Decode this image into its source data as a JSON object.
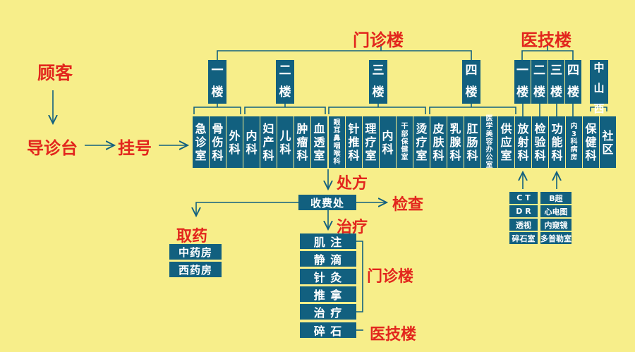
{
  "customer": "顾客",
  "triage": "导诊台",
  "registration": "挂号",
  "outpatient_building": "门诊楼",
  "medtech_building": "医技楼",
  "zhongshan_west": "中山西",
  "outpatient_floors": [
    "一楼",
    "二楼",
    "三楼",
    "四楼"
  ],
  "medtech_floors": [
    "一楼",
    "二楼",
    "三楼",
    "四楼"
  ],
  "departments": [
    "急诊室",
    "骨伤科",
    "外科",
    "内科",
    "妇产科",
    "儿科",
    "肿瘤科",
    "血透室",
    "眼耳鼻咽喉科",
    "针推科",
    "理疗室",
    "内科",
    "干部保健室",
    "烫疗室",
    "皮肤科",
    "乳腺科",
    "肛肠科",
    "医学美容办公室",
    "供应室",
    "放射科",
    "检验科",
    "功能科",
    "内3科病房",
    "保健科",
    "社区"
  ],
  "prescription": "处方",
  "cashier": "收费处",
  "examination": "检查",
  "take_medicine": "取药",
  "pharmacies": [
    "中药房",
    "西药房"
  ],
  "treatment": "治疗",
  "treatments": [
    "肌 注",
    "静 滴",
    "针 灸",
    "推 拿",
    "治 疗",
    "碎 石"
  ],
  "treatment_outpatient": "门诊楼",
  "treatment_medtech": "医技楼",
  "radiology_items": [
    "C T",
    "D R",
    "透视",
    "碎石室"
  ],
  "function_items": [
    "B超",
    "心电图",
    "内窥镜",
    "多普勒室"
  ]
}
